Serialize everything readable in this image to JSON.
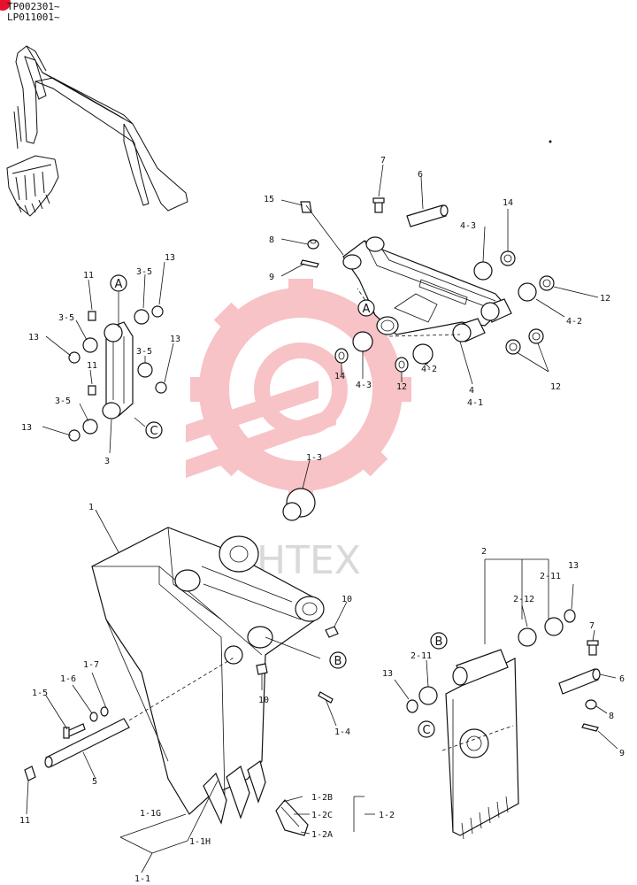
{
  "header": {
    "line1": "TP002301~",
    "line2": "LP011001~"
  },
  "watermark": {
    "text": "HTEX",
    "logo_color": "#f6b9bd"
  },
  "accent_color": "#e8112d",
  "circle_refs": {
    "A": "A",
    "B": "B",
    "C": "C"
  },
  "callouts": {
    "p1": "1",
    "p1_1": "1-1",
    "p1_1G": "1-1G",
    "p1_1H": "1-1H",
    "p1_2": "1-2",
    "p1_2A": "1-2A",
    "p1_2B": "1-2B",
    "p1_2C": "1-2C",
    "p1_3": "1-3",
    "p1_4": "1-4",
    "p1_5": "1-5",
    "p1_6": "1-6",
    "p1_7": "1-7",
    "p2": "2",
    "p2_11a": "2-11",
    "p2_11b": "2-11",
    "p2_12": "2-12",
    "p3": "3",
    "p3_5a": "3-5",
    "p3_5b": "3-5",
    "p3_5c": "3-5",
    "p3_5d": "3-5",
    "p4": "4",
    "p4_1": "4-1",
    "p4_2a": "4-2",
    "p4_2b": "4-2",
    "p4_3a": "4-3",
    "p4_3b": "4-3",
    "p5": "5",
    "p6a": "6",
    "p6b": "6",
    "p7a": "7",
    "p7b": "7",
    "p8a": "8",
    "p8b": "8",
    "p9a": "9",
    "p9b": "9",
    "p10a": "10",
    "p10b": "10",
    "p11a": "11",
    "p11b": "11",
    "p11c": "11",
    "p12a": "12",
    "p12b": "12",
    "p12c": "12",
    "p13a": "13",
    "p13b": "13",
    "p13c": "13",
    "p13d": "13",
    "p13e": "13",
    "p13f": "13",
    "p14a": "14",
    "p14b": "14",
    "p15": "15"
  }
}
